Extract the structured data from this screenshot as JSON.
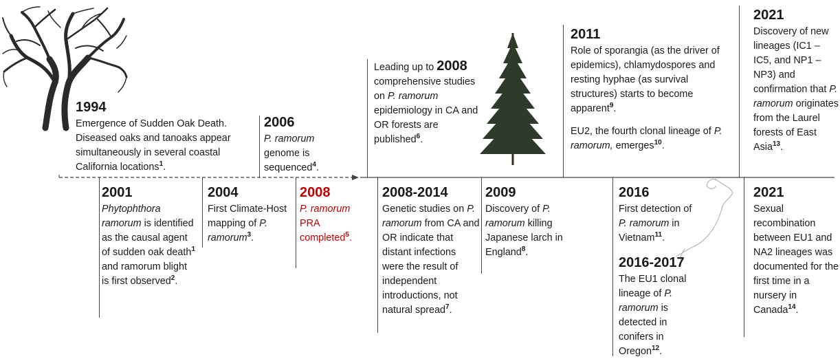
{
  "events": {
    "e1994": {
      "year": "1994",
      "text": "Emergence of Sudden Oak Death. Diseased oaks and tanoaks appear simultaneously in several coastal California locations",
      "ref": "1",
      "end": "."
    },
    "e2001": {
      "year": "2001",
      "species": "Phytophthora ramorum",
      "t1": " is identified as the causal agent of sudden oak death",
      "r1": "1",
      "t2": " and ramorum blight is first observed",
      "r2": "2",
      "end": "."
    },
    "e2004": {
      "year": "2004",
      "t1": "First Climate-Host mapping of ",
      "species": "P. ramorum",
      "ref": "3",
      "end": "."
    },
    "e2006": {
      "year": "2006",
      "species": "P. ramorum",
      "t1": " genome is sequenced",
      "ref": "4",
      "end": "."
    },
    "e2008prA": {
      "year": "2008",
      "species": "P. ramorum",
      "t1": " PRA completed",
      "ref": "5",
      "end": "."
    },
    "e2008": {
      "lead": "Leading up to ",
      "year": "2008",
      "t1": " comprehensive studies on ",
      "species": "P. ramorum",
      "t2": " epidemiology in CA and OR forests are published",
      "ref": "6",
      "end": "."
    },
    "e2008_2014": {
      "year": "2008-2014",
      "t1": "Genetic studies on ",
      "species": "P. ramorum",
      "t2": " from CA and OR indicate that distant infections were the result of independent introductions, not natural spread",
      "ref": "7",
      "end": "."
    },
    "e2009": {
      "year": "2009",
      "t1": "Discovery of ",
      "species": "P. ramorum",
      "t2": " killing Japanese larch in England",
      "ref": "8",
      "end": "."
    },
    "e2011": {
      "year": "2011",
      "t1": "Role of sporangia  (as the driver of epidemics), chlamydospores and resting hyphae (as survival structures) starts to become apparent",
      "ref": "9",
      "end": ".",
      "t2": "EU2, the fourth clonal lineage of ",
      "species": "P. ramorum,",
      "t3": " emerges",
      "ref2": "10",
      "end2": "."
    },
    "e2016": {
      "year": "2016",
      "t1": "First detection of ",
      "species": "P. ramorum",
      "t2": " in Vietnam",
      "ref": "11",
      "end": "."
    },
    "e2016_2017": {
      "year": "2016-2017",
      "t1": "The EU1 clonal lineage of ",
      "species": "P. ramorum",
      "t2": " is detected in conifers in Oregon",
      "ref": "12",
      "end": "."
    },
    "e2021a": {
      "year": "2021",
      "t1": "Discovery of new lineages (IC1 – IC5, and NP1 –NP3) and confirmation that ",
      "species": "P. ramorum",
      "t2": " originates from the Laurel forests of East Asia",
      "ref": "13",
      "end": "."
    },
    "e2021b": {
      "year": "2021",
      "t1": "Sexual recombination between EU1 and NA2 lineages was documented for the first time in a nursery in Canada",
      "ref": "14",
      "end": "."
    }
  },
  "icons": [
    "oak-tree-illustration",
    "conifer-tree-illustration",
    "japan-map-outline"
  ],
  "colors": {
    "text": "#1a1a1a",
    "highlight": "#c00000",
    "line": "#444444"
  }
}
